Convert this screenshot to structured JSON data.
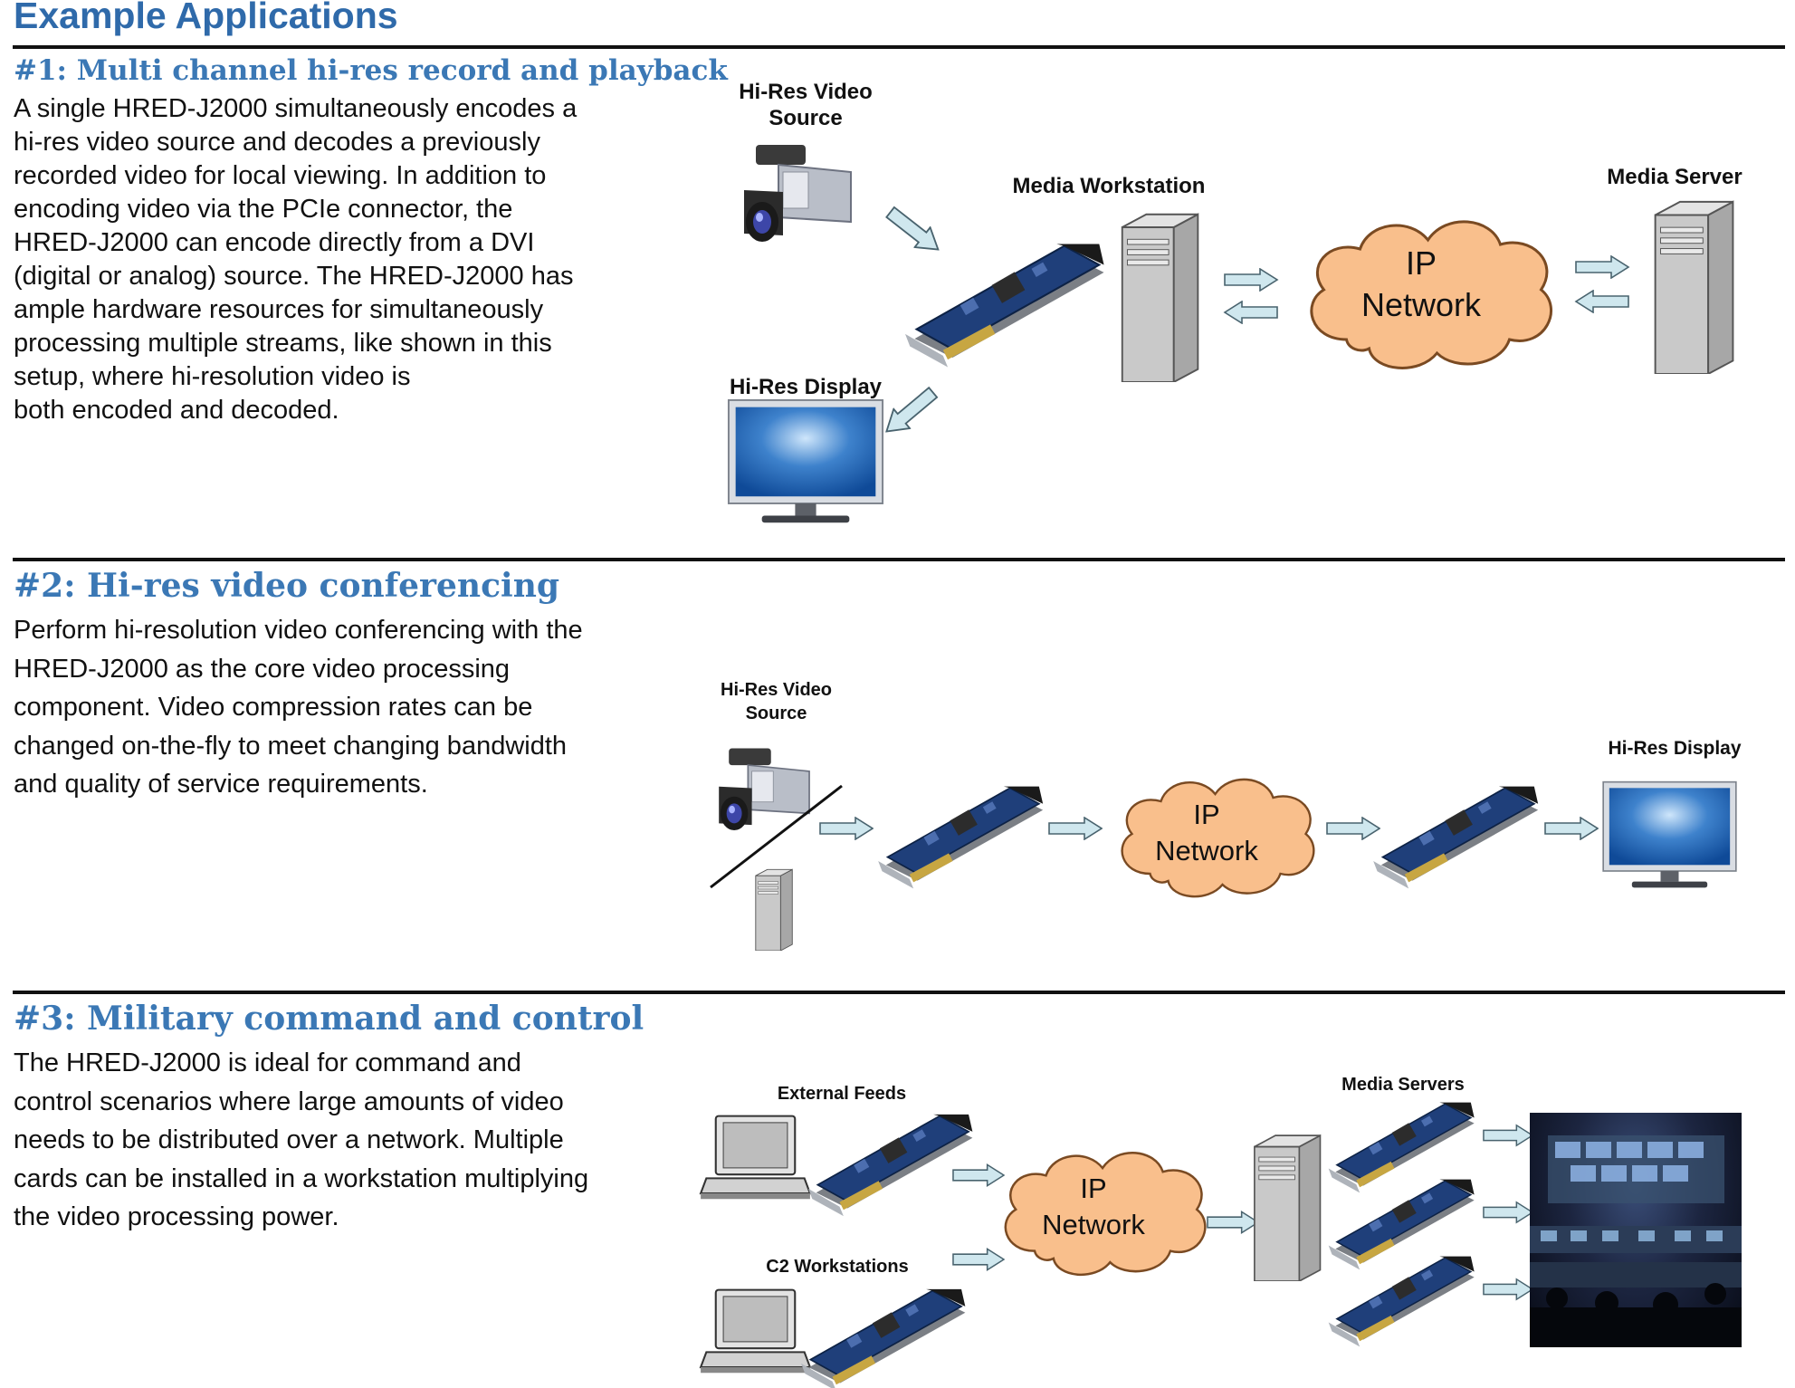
{
  "page": {
    "title": "Example Applications"
  },
  "sections": [
    {
      "title": "#1: Multi channel hi-res record and playback",
      "body": "A single HRED-J2000 simultaneously encodes a\nhi-res video source and decodes a previously\nrecorded video for local viewing.  In addition to\nencoding video via the PCIe connector, the\nHRED-J2000 can encode directly from a DVI\n(digital or analog) source.  The HRED-J2000 has\nample hardware resources for simultaneously\nprocessing multiple streams, like shown in this\nsetup, where hi-resolution video is\nboth encoded and decoded.",
      "labels": {
        "video_source": "Hi-Res Video\nSource",
        "workstation": "Media Workstation",
        "server": "Media Server",
        "display": "Hi-Res Display",
        "cloud": "IP\nNetwork"
      }
    },
    {
      "title": "#2: Hi-res video conferencing",
      "body": "Perform hi-resolution video conferencing with the\nHRED-J2000 as the core video processing\ncomponent.  Video compression rates can be\nchanged on-the-fly to meet changing bandwidth\nand quality of service requirements.",
      "labels": {
        "video_source": "Hi-Res Video\nSource",
        "display": "Hi-Res Display",
        "cloud": "IP\nNetwork"
      }
    },
    {
      "title": "#3: Military command and control",
      "body": "The HRED-J2000 is ideal for command and\ncontrol scenarios where large amounts of video\nneeds to be distributed over a network.  Multiple\ncards can be installed in a workstation multiplying\nthe video processing power.",
      "labels": {
        "external_feeds": "External Feeds",
        "c2_workstations": "C2 Workstations",
        "media_servers": "Media Servers",
        "cloud": "IP\nNetwork"
      }
    }
  ],
  "colors": {
    "title_blue": "#2f6aaa",
    "section_blue": "#3b78b5",
    "cloud_fill": "#f9bf8c",
    "arrow_fill": "#cfe7ee",
    "card_blue": "#1f3f7a"
  }
}
